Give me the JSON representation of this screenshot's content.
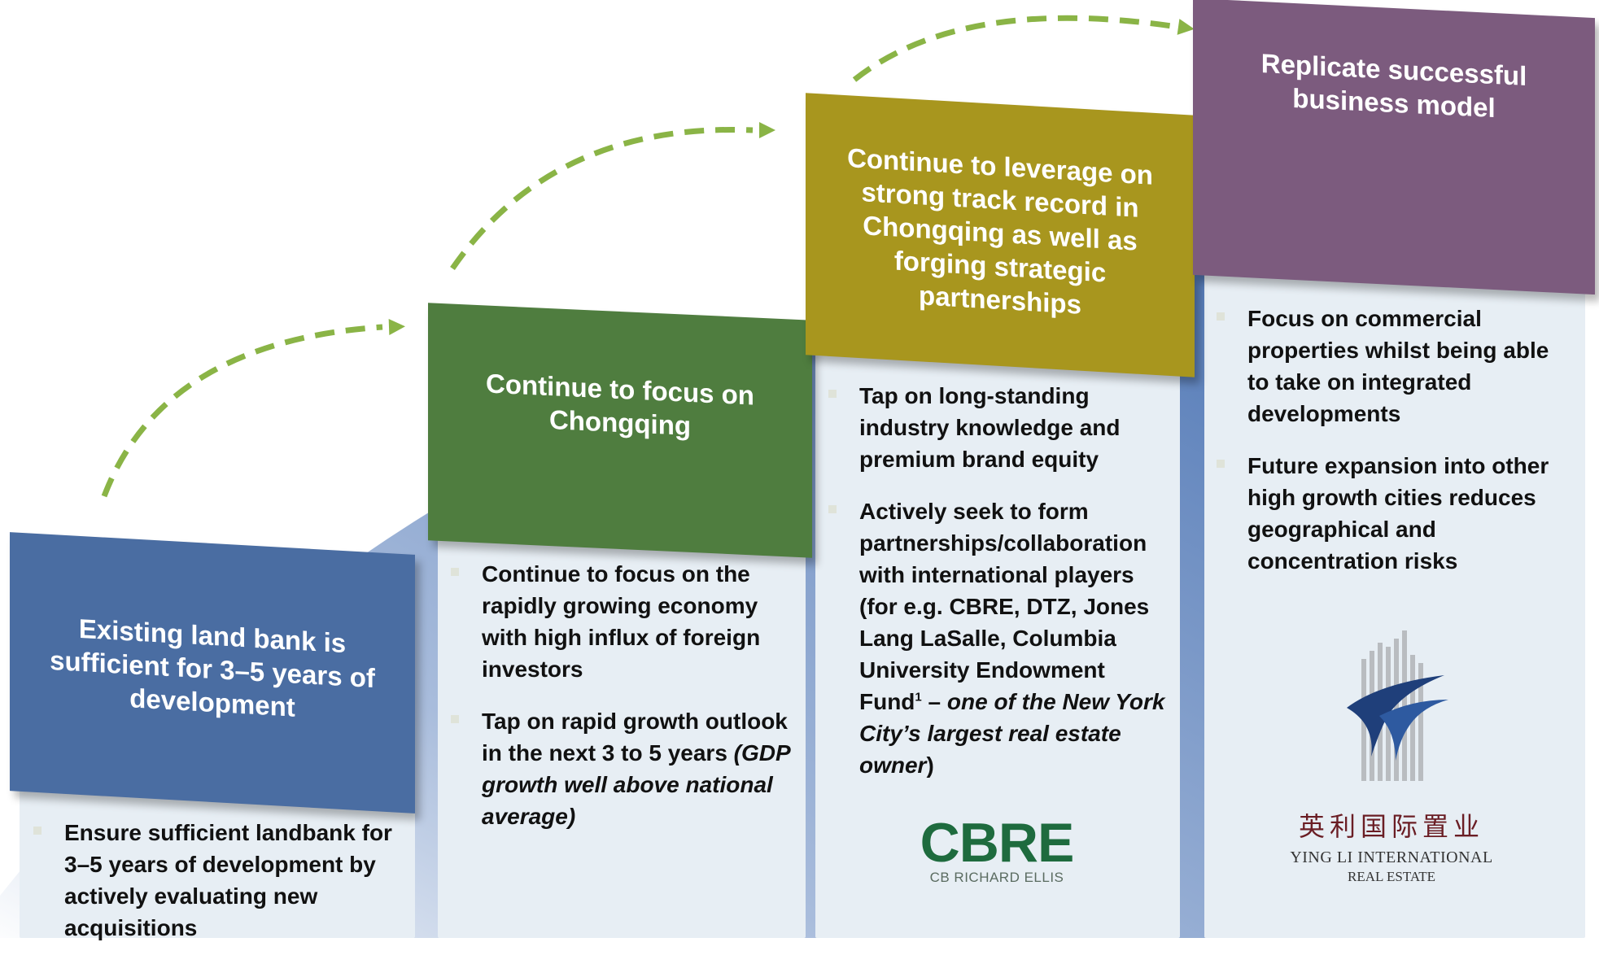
{
  "colors": {
    "step1": "#4a6da2",
    "step2": "#4f7d3f",
    "step3": "#a8961e",
    "step4": "#7c5b7e",
    "arc": "#4f78b8",
    "arrow": "#8ab446",
    "column_bg": "#e7eef4"
  },
  "steps": [
    {
      "heading": "Existing land bank is sufficient for 3–5 years of development",
      "bullets": [
        "Ensure sufficient landbank for 3–5 years of development by actively evaluating new acquisitions"
      ]
    },
    {
      "heading": "Continue to focus on Chongqing",
      "bullets": [
        "Continue to focus on the rapidly growing economy with high influx of foreign investors",
        "Tap on rapid growth outlook in the next 3 to 5 years",
        "(GDP growth well above national average)"
      ]
    },
    {
      "heading": "Continue to leverage on strong track record in Chongqing as well as forging strategic partnerships",
      "bullets": [
        "Tap on long-standing industry knowledge and premium brand equity",
        "Actively seek to form partnerships/collaboration with international players (for e.g. CBRE, DTZ,  Jones Lang LaSalle, Columbia University Endowment Fund",
        "1",
        " – ",
        "one of the New York City’s largest real estate owner",
        ")"
      ]
    },
    {
      "heading": "Replicate successful business model",
      "bullets": [
        "Focus on commercial properties whilst being able to take on integrated developments",
        "Future expansion into other high growth cities reduces geographical and concentration risks"
      ]
    }
  ],
  "logos": {
    "cbre_main": "CBRE",
    "cbre_sub": "CB RICHARD ELLIS",
    "yingli_cn": "英利国际置业",
    "yingli_en_1": "YING LI INTERNATIONAL",
    "yingli_en_2": "REAL ESTATE"
  }
}
